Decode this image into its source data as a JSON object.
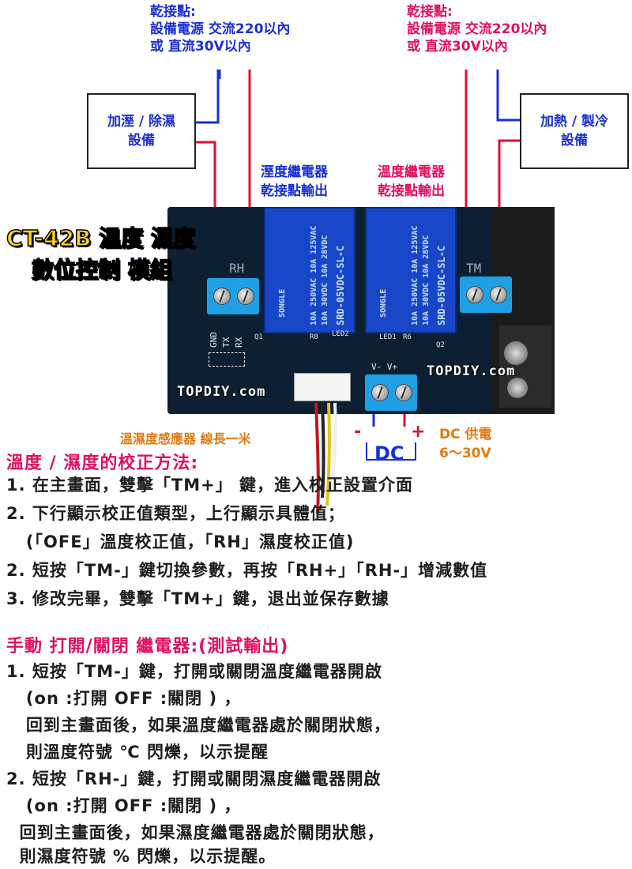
{
  "top_left_note": [
    "乾接點:",
    "設備電源 交流220以內",
    "或 直流30V以內"
  ],
  "top_right_note": [
    "乾接點:",
    "設備電源 交流220以內",
    "或 直流30V以內"
  ],
  "left_device": [
    "加溼 / 除濕",
    "設備"
  ],
  "right_device": [
    "加熱 / 製冷",
    "設備"
  ],
  "humidity_relay_label": [
    "溼度繼電器",
    "乾接點輸出"
  ],
  "temp_relay_label": [
    "溫度繼電器",
    "乾接點輸出"
  ],
  "product_title": {
    "line1_model": "CT-42B",
    "line1_rest": "溫度 濕度",
    "line2_a": "數位控制",
    "line2_b": "模組"
  },
  "board": {
    "rh_label": "RH",
    "tm_label": "TM",
    "serial_pins": [
      "GND",
      "TX",
      "RX"
    ],
    "relay_text": [
      "SONGLE",
      "10A 250VAC 10A 125VAC",
      "10A 30VDC 10A 28VDC",
      "SRD-05VDC-SL-C"
    ],
    "components": [
      "Q1",
      "R8",
      "LED2",
      "LED1",
      "R6",
      "Q2"
    ],
    "power_pins": "V- V+"
  },
  "watermark": "TOPDIY.com",
  "sensor_label": "溫濕度感應器 線長一米",
  "dc_minus": "-",
  "dc_plus": "+",
  "dc_label": "DC",
  "dc_supply": [
    "DC 供電",
    "6～30V"
  ],
  "calibration": {
    "heading": "溫度 / 濕度的校正方法:",
    "lines": [
      "1. 在主畫面，雙擊「TM+」 鍵，進入校正設置介面",
      "2. 下行顯示校正值類型，上行顯示具體值；",
      "   (「OFE」溫度校正值，「RH」濕度校正值)",
      "2. 短按「TM-」鍵切換參數，再按「RH+」「RH-」增減數值",
      "3. 修改完畢，雙擊「TM+」鍵，退出並保存數據"
    ]
  },
  "manual": {
    "heading": "手動 打開/關閉 繼電器:(測試輸出)",
    "lines": [
      "1. 短按「TM-」鍵，打開或關閉溫度繼電器開啟",
      "   (on :打開 OFF :關閉 ) ，",
      "   回到主畫面後，如果溫度繼電器處於關閉狀態，",
      "   則溫度符號 ℃ 閃爍，以示提醒",
      "2. 短按「RH-」鍵，打開或關閉濕度繼電器開啟",
      "   (on :打開 OFF :關閉 ) ，",
      "  回到主畫面後，如果濕度繼電器處於關閉狀態，",
      "  則濕度符號 % 閃爍，以示提醒。"
    ]
  },
  "colors": {
    "blue": "#1a2fd6",
    "red": "#e01060",
    "orange": "#e07a10",
    "board": "#0d2033"
  }
}
